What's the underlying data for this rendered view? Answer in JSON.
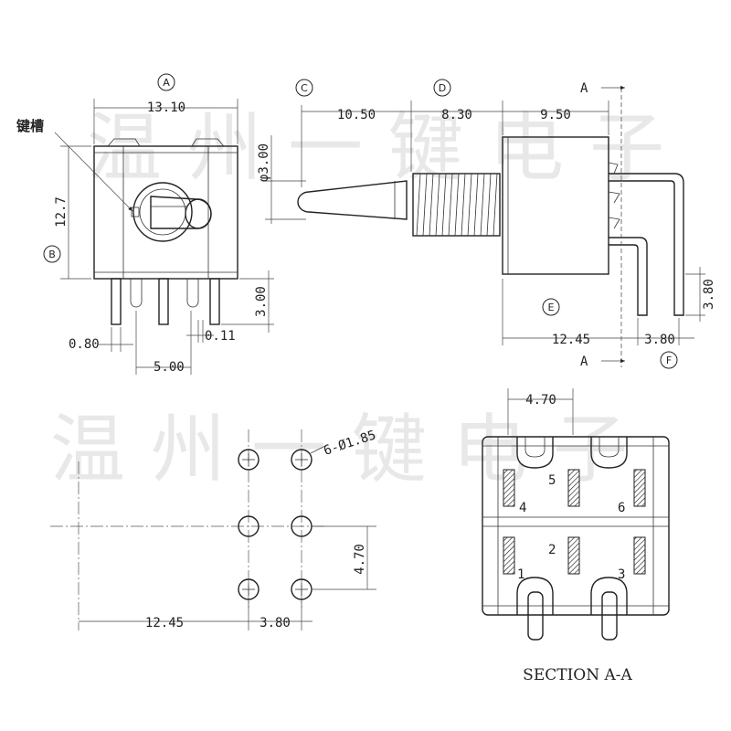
{
  "watermark": {
    "row1": "温州一键电子",
    "row2": "温州一键电子"
  },
  "bubbles": {
    "a": "A",
    "b": "B",
    "c": "C",
    "d": "D",
    "e": "E",
    "f": "F"
  },
  "front_view": {
    "callout": "键槽",
    "width": "13.10",
    "height": "12.7",
    "pin_length": "3.00",
    "pin_width": "0.80",
    "pin_pitch": "5.00",
    "pin_offset": "0.11"
  },
  "side_view": {
    "lever_diameter": "φ3.00",
    "lever_length": "10.50",
    "bushing_length": "8.30",
    "body_length": "9.50",
    "section_mark_top": "A",
    "section_mark_bottom": "A",
    "overall_to_bend": "12.45",
    "bend_spacing": "3.80",
    "vertical_offset": "3.80"
  },
  "pcb_layout": {
    "hole_callout": "6-Ø1.85",
    "row_pitch": "4.70",
    "x_offset": "12.45",
    "col_pitch": "3.80"
  },
  "section": {
    "top_dim": "4.70",
    "terminals": [
      "1",
      "2",
      "3",
      "4",
      "5",
      "6"
    ],
    "title": "SECTION A-A"
  }
}
